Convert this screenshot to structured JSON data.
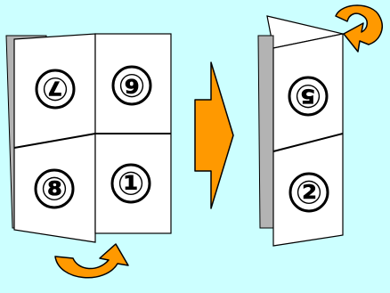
{
  "colors": {
    "background": "#ccffff",
    "page": "#ffffff",
    "shadow": "#b3b3b3",
    "outline": "#000000",
    "arrow": "#ff9900"
  },
  "left_booklet": {
    "panels": [
      {
        "label": "⑦",
        "orientation": "upside-down"
      },
      {
        "label": "⑥",
        "orientation": "upside-down"
      },
      {
        "label": "⑧",
        "orientation": "upright"
      },
      {
        "label": "①",
        "orientation": "upright"
      }
    ]
  },
  "right_booklet": {
    "panels": [
      {
        "label": "⑤",
        "orientation": "upside-down"
      },
      {
        "label": "②",
        "orientation": "upright"
      }
    ]
  },
  "arrows": {
    "between": "right-pointing",
    "curl_bottom_left": "curved-flip",
    "curl_top_right": "curved-flip"
  }
}
